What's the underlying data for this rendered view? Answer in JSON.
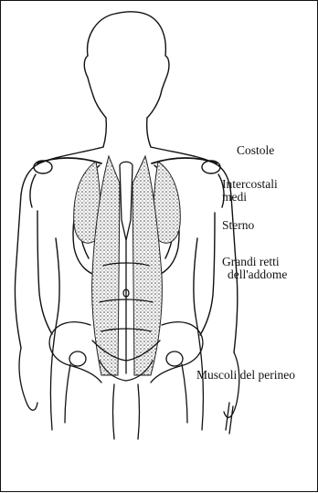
{
  "labels": {
    "costole": "Costole",
    "intercostali": [
      "Intercostali",
      "medi"
    ],
    "sterno": "Sterno",
    "retti": [
      "Grandi retti",
      "dell'addome"
    ],
    "perineo": "Muscoli del perineo"
  },
  "colors": {
    "ink": "#111111",
    "stipple": "#555555",
    "background": "#ffffff"
  }
}
